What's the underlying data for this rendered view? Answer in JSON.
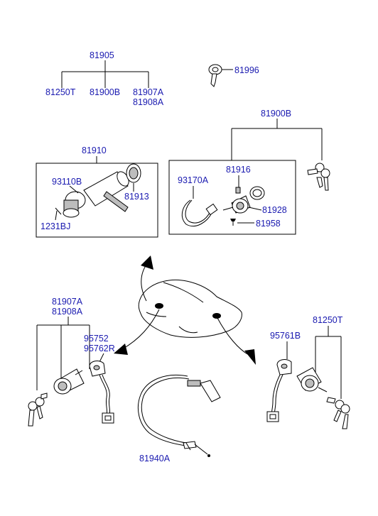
{
  "parts": {
    "p81905": "81905",
    "p81250T_top": "81250T",
    "p81900B_top": "81900B",
    "p81907A_top": "81907A",
    "p81908A_top": "81908A",
    "p81996": "81996",
    "p81900B": "81900B",
    "p81910": "81910",
    "p93110B": "93110B",
    "p81913": "81913",
    "p1231BJ": "1231BJ",
    "p93170A": "93170A",
    "p81916": "81916",
    "p81928": "81928",
    "p81958": "81958",
    "p81907A": "81907A",
    "p81908A": "81908A",
    "p95752": "95752",
    "p95762R": "95762R",
    "p95761B": "95761B",
    "p81250T": "81250T",
    "p81940A": "81940A"
  }
}
